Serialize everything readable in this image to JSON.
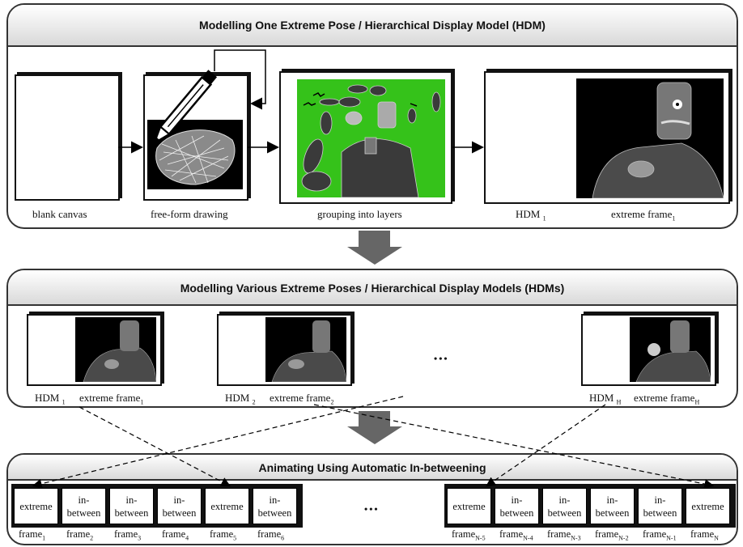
{
  "panel1": {
    "title": "Modelling One Extreme Pose / Hierarchical Display Model (HDM)",
    "labels": {
      "blank_canvas": "blank canvas",
      "freeform": "free-form drawing",
      "grouping": "grouping into layers",
      "hdm": "HDM",
      "hdm_sub": "1",
      "extreme": "extreme frame",
      "extreme_sub": "1"
    }
  },
  "panel2": {
    "title": "Modelling Various Extreme Poses / Hierarchical Display Models (HDMs)",
    "ellipsis": "•••",
    "items": [
      {
        "hdm": "HDM",
        "hdm_sub": "1",
        "extreme": "extreme frame",
        "extreme_sub": "1"
      },
      {
        "hdm": "HDM",
        "hdm_sub": "2",
        "extreme": "extreme frame",
        "extreme_sub": "2"
      },
      {
        "hdm": "HDM",
        "hdm_sub": "H",
        "extreme": "extreme frame",
        "extreme_sub": "H"
      }
    ]
  },
  "panel3": {
    "title": "Animating Using Automatic In-betweening",
    "ellipsis": "•••",
    "left_frames": [
      {
        "cell": "extreme",
        "cell2": "",
        "label": "frame",
        "sub": "1"
      },
      {
        "cell": "in-",
        "cell2": "between",
        "label": "frame",
        "sub": "2"
      },
      {
        "cell": "in-",
        "cell2": "between",
        "label": "frame",
        "sub": "3"
      },
      {
        "cell": "in-",
        "cell2": "between",
        "label": "frame",
        "sub": "4"
      },
      {
        "cell": "extreme",
        "cell2": "",
        "label": "frame",
        "sub": "5"
      },
      {
        "cell": "in-",
        "cell2": "between",
        "label": "frame",
        "sub": "6"
      }
    ],
    "right_frames": [
      {
        "cell": "extreme",
        "cell2": "",
        "label": "frame",
        "sub": "N-5"
      },
      {
        "cell": "in-",
        "cell2": "between",
        "label": "frame",
        "sub": "N-4"
      },
      {
        "cell": "in-",
        "cell2": "between",
        "label": "frame",
        "sub": "N-3"
      },
      {
        "cell": "in-",
        "cell2": "between",
        "label": "frame",
        "sub": "N-2"
      },
      {
        "cell": "in-",
        "cell2": "between",
        "label": "frame",
        "sub": "N-1"
      },
      {
        "cell": "extreme",
        "cell2": "",
        "label": "frame",
        "sub": "N"
      }
    ]
  }
}
